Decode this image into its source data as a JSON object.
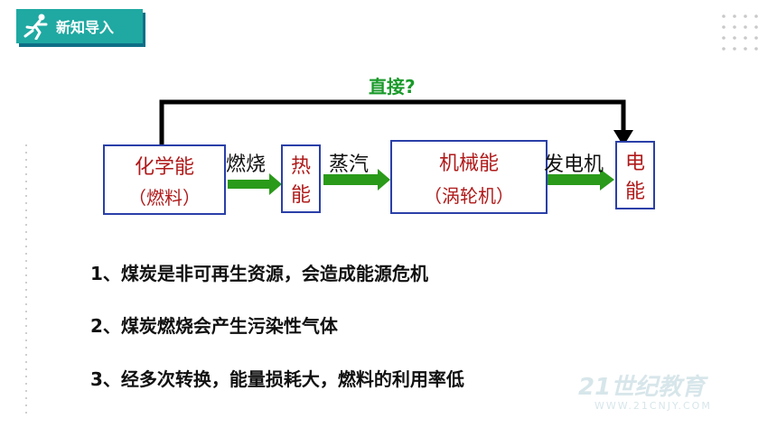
{
  "header": {
    "tag_label": "新知导入"
  },
  "flow": {
    "question": "直接?",
    "box1": {
      "line1": "化学能",
      "line2": "（燃料）"
    },
    "arrow1_label": "燃烧",
    "box2": {
      "line1": "热",
      "line2": "能"
    },
    "arrow2_label": "蒸汽",
    "box3": {
      "line1": "机械能",
      "line2": "（涡轮机）"
    },
    "arrow3_label": "发电机",
    "box4": {
      "line1": "电",
      "line2": "能"
    }
  },
  "points": [
    "1、煤炭是非可再生资源，会造成能源危机",
    "2、煤炭燃烧会产生污染性气体",
    "3、经多次转换，能量损耗大，燃料的利用率低"
  ],
  "watermark": {
    "brand": "21世纪教育",
    "url": "WWW.21CNJY.COM"
  },
  "colors": {
    "tag": "#1fa9a2",
    "tag_shadow": "#0e6f86",
    "box_border": "#2a3fa8",
    "box_text": "#b01a1a",
    "question": "#1a9a2a",
    "arrow": "#2a9a1a"
  },
  "icons": [
    "runner-icon"
  ]
}
